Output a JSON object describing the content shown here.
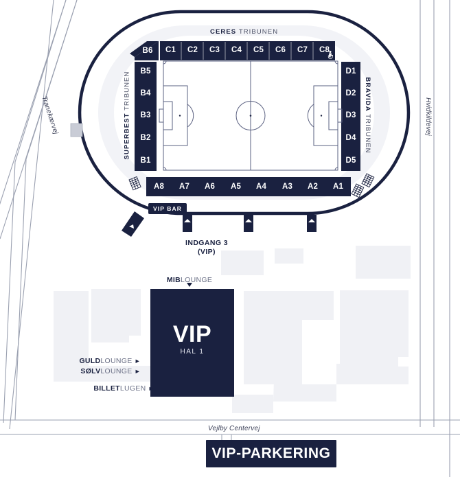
{
  "map": {
    "colors": {
      "navy": "#1a2140",
      "navy_dark": "#161c38",
      "building_gray": "#f0f1f5",
      "road_line": "#9aa0b0",
      "white": "#ffffff"
    },
    "roads": [
      {
        "name": "road-tranekaervej",
        "label": "Tranekærvej"
      },
      {
        "name": "road-hvidkildevej",
        "label": "Hvidkildevej"
      },
      {
        "name": "road-vejlby-centervej",
        "label": "Vejlby Centervej"
      }
    ],
    "stadium": {
      "stands": [
        {
          "id": "ceres",
          "name": "CERES",
          "suffix": "TRIBUNEN",
          "position": "north",
          "sections": [
            "C1",
            "C2",
            "C3",
            "C4",
            "C5",
            "C6",
            "C7",
            "C8"
          ]
        },
        {
          "id": "superbest",
          "name": "SUPERBEST",
          "suffix": "TRIBUNEN",
          "position": "west",
          "sections": [
            "B5",
            "B4",
            "B3",
            "B2",
            "B1"
          ],
          "corner_section": "B6"
        },
        {
          "id": "bravida",
          "name": "BRAVIDA",
          "suffix": "TRIBUNEN",
          "position": "east",
          "sections": [
            "D1",
            "D2",
            "D3",
            "D4",
            "D5"
          ]
        },
        {
          "id": "south",
          "name": "",
          "suffix": "",
          "position": "south",
          "sections": [
            "A8",
            "A7",
            "A6",
            "A5",
            "A4",
            "A3",
            "A2",
            "A1"
          ]
        }
      ],
      "facilities": {
        "vip_bar": "VIP BAR",
        "wheelchair_icon": "wheelchair-icon",
        "stairs_icon": "stairs-icon"
      }
    },
    "entrances": [
      {
        "name": "entrance-3-vip",
        "line1": "INDGANG 3",
        "line2": "(VIP)"
      }
    ],
    "pois": [
      {
        "name": "mib-lounge",
        "bold": "MIB",
        "light": "LOUNGE",
        "marker": "down-arrow-icon"
      },
      {
        "name": "guld-lounge",
        "bold": "GULD",
        "light": "LOUNGE",
        "marker": "arrow-right-icon"
      },
      {
        "name": "solv-lounge",
        "bold": "SØLV",
        "light": "LOUNGE",
        "marker": "arrow-right-icon"
      },
      {
        "name": "billetlugen",
        "bold": "BILLET",
        "light": "LUGEN",
        "marker": "arrow-right-icon"
      }
    ],
    "vip_hall": {
      "title": "VIP",
      "subtitle": "HAL 1"
    },
    "banner": {
      "label": "VIP-PARKERING"
    }
  }
}
